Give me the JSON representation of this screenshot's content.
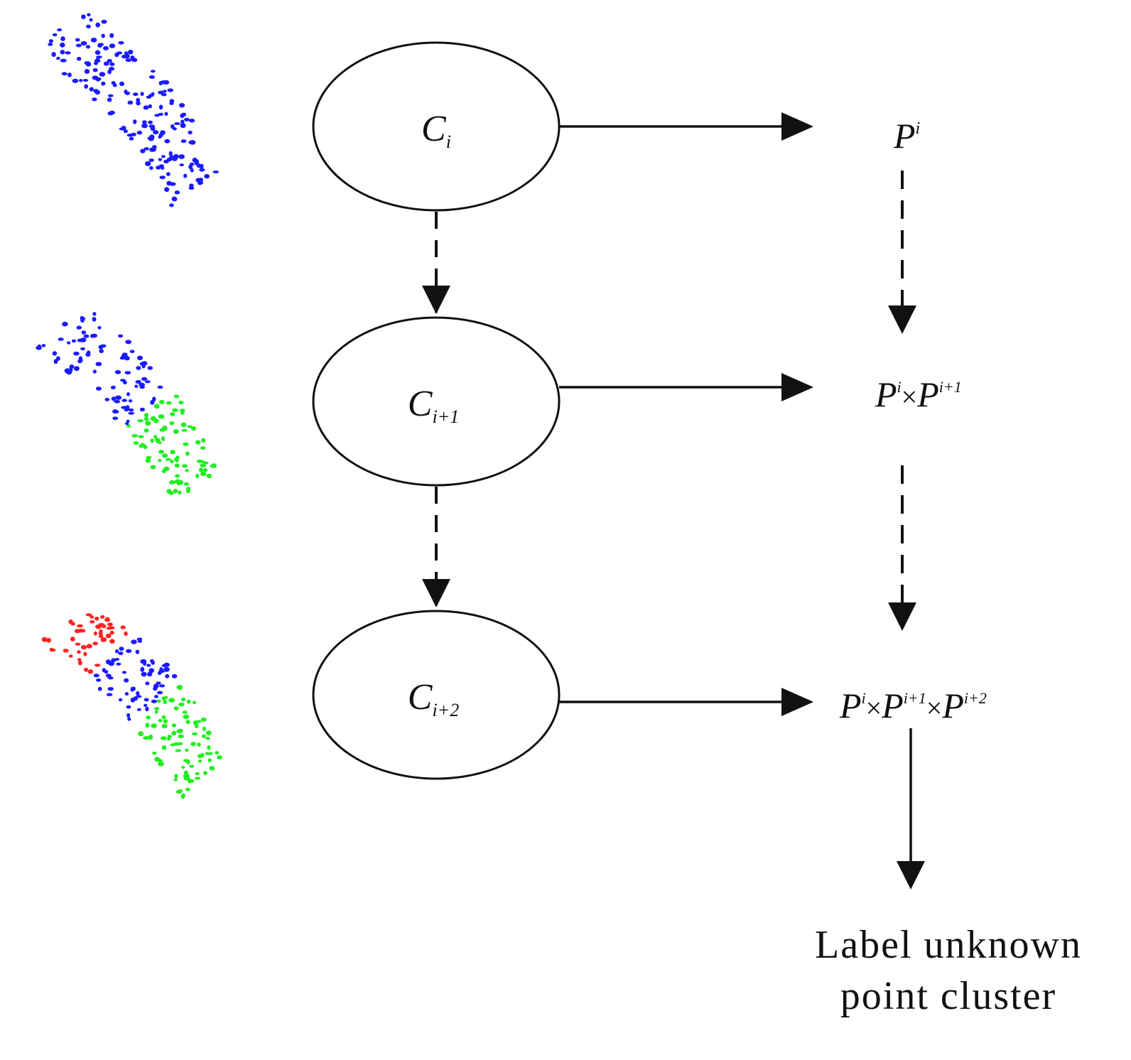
{
  "nodes": [
    {
      "id": "c0",
      "base": "C",
      "sub": "i"
    },
    {
      "id": "c1",
      "base": "C",
      "sub": "i+1"
    },
    {
      "id": "c2",
      "base": "C",
      "sub": "i+2"
    }
  ],
  "products": [
    {
      "id": "p0",
      "terms": [
        {
          "base": "P",
          "sup": "i"
        }
      ]
    },
    {
      "id": "p1",
      "terms": [
        {
          "base": "P",
          "sup": "i"
        },
        {
          "base": "P",
          "sup": "i+1"
        }
      ]
    },
    {
      "id": "p2",
      "terms": [
        {
          "base": "P",
          "sup": "i"
        },
        {
          "base": "P",
          "sup": "i+1"
        },
        {
          "base": "P",
          "sup": "i+2"
        }
      ]
    }
  ],
  "times_symbol": "×",
  "result": {
    "line1": "Label unknown",
    "line2": "point cluster"
  },
  "colors": {
    "cluster_a": "#1a1aff",
    "cluster_b": "#22ee22",
    "cluster_c": "#ff2222",
    "ink": "#111111"
  },
  "point_clouds": [
    {
      "id": "cloud-0",
      "segments": [
        "cluster_a"
      ]
    },
    {
      "id": "cloud-1",
      "segments": [
        "cluster_a",
        "cluster_b"
      ]
    },
    {
      "id": "cloud-2",
      "segments": [
        "cluster_c",
        "cluster_a",
        "cluster_b"
      ]
    }
  ]
}
